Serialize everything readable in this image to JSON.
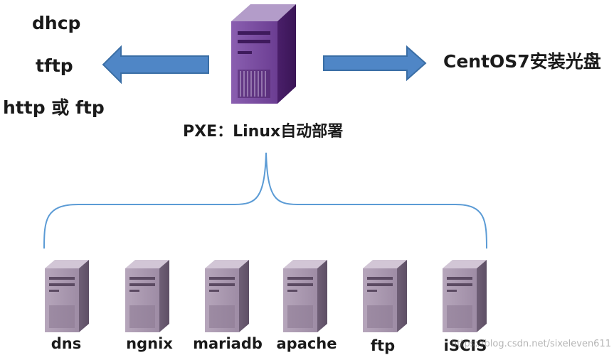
{
  "services": [
    "dhcp",
    "tftp",
    "http 或 ftp"
  ],
  "caption": "PXE：Linux自动部署",
  "target": "CentOS7安装光盘",
  "nodes": [
    "dns",
    "ngnix",
    "mariadb",
    "apache",
    "ftp",
    "iSCIS"
  ],
  "watermark": "https://blog.csdn.net/sixeleven611",
  "colors": {
    "arrow_fill": "#4f86c6",
    "arrow_stroke": "#3a6ea5",
    "brace": "#5b9bd5",
    "server_main": "#5b2a7e",
    "server_node": "#8c7a93"
  }
}
